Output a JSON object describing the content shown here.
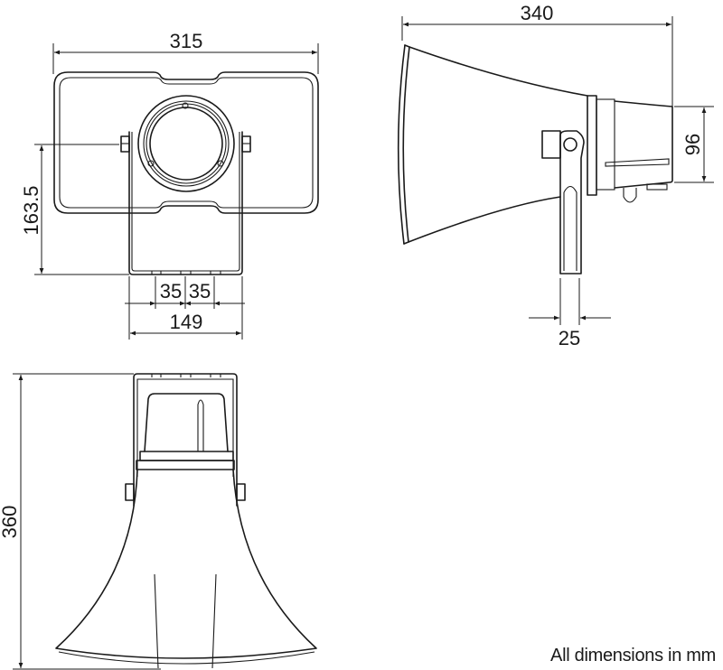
{
  "drawing": {
    "subject": "horn loudspeaker with mounting bracket",
    "views": [
      {
        "name": "front-view",
        "dimensions": {
          "width": "315",
          "bracket_height": "163.5",
          "hole_spacing_left": "35",
          "hole_spacing_right": "35",
          "bracket_width": "149"
        }
      },
      {
        "name": "side-view",
        "dimensions": {
          "length": "340",
          "housing_height": "96",
          "bracket_thickness": "25"
        }
      },
      {
        "name": "top-view",
        "dimensions": {
          "height": "360"
        }
      }
    ],
    "note": "All dimensions in mm"
  },
  "labels": {
    "d315": "315",
    "d163": "163.5",
    "d35a": "35",
    "d35b": "35",
    "d149": "149",
    "d340": "340",
    "d96": "96",
    "d25": "25",
    "d360": "360"
  }
}
